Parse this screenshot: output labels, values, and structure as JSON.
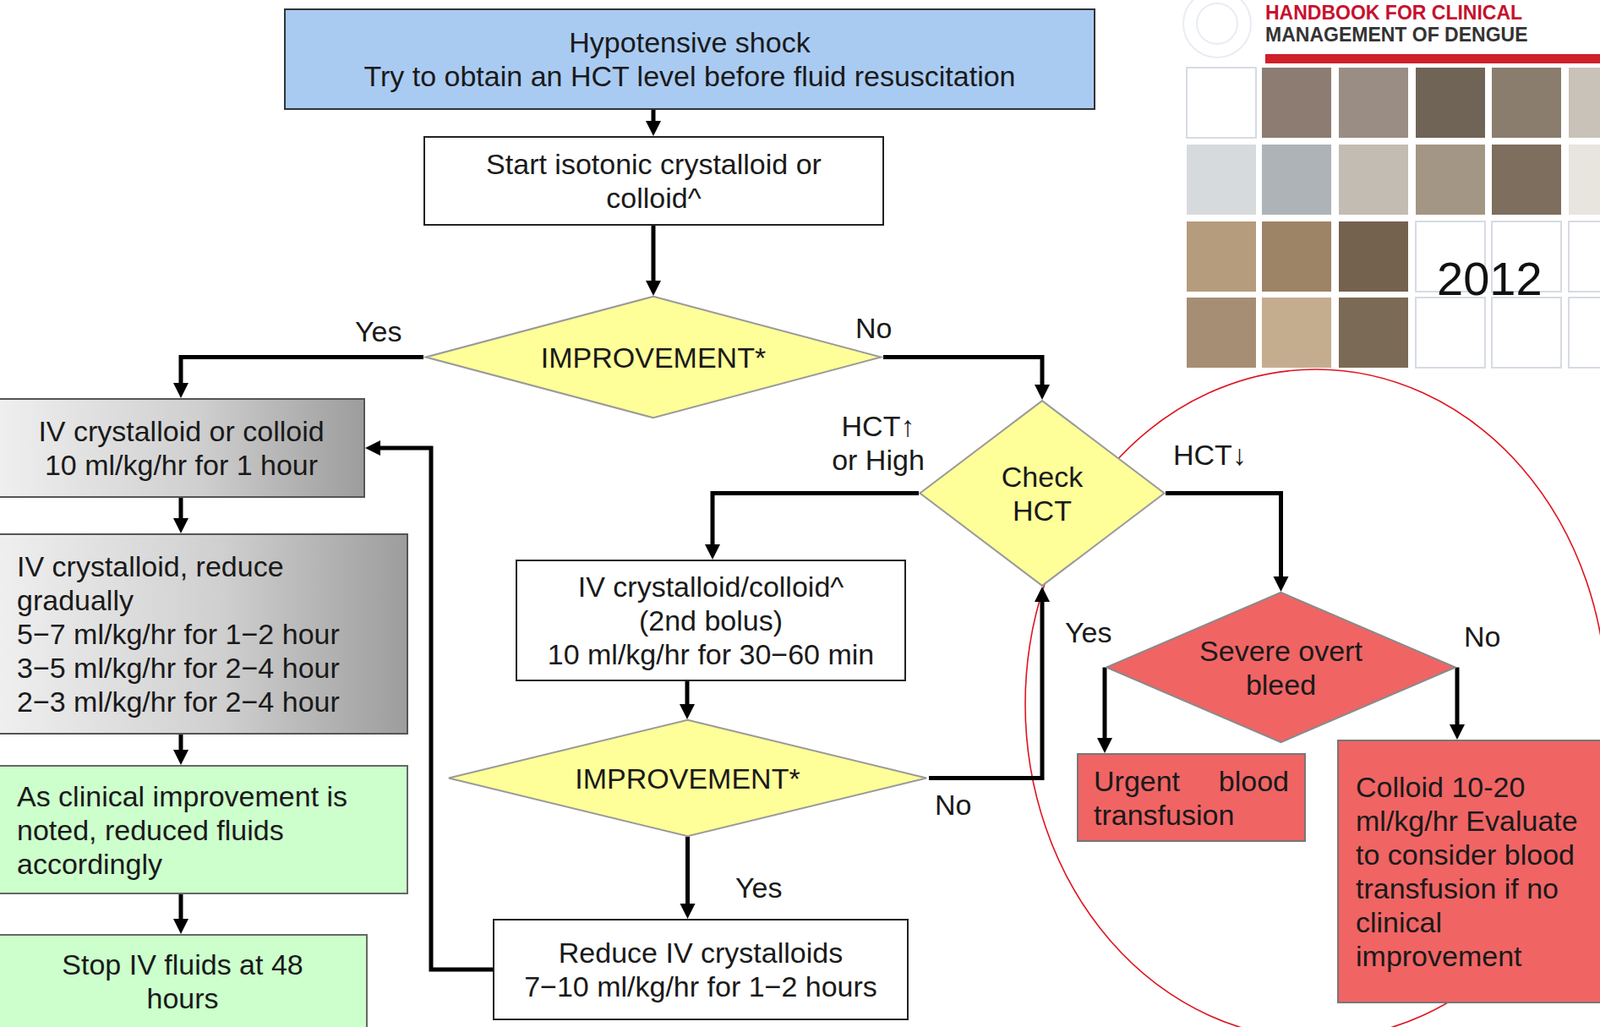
{
  "diagram": {
    "nodes": [
      {
        "text": [
          "Hypotensive shock",
          "Try to obtain an HCT level before fluid resuscitation"
        ]
      },
      {
        "text": [
          "Start isotonic crystalloid or colloid^"
        ]
      },
      {
        "text": [
          "IMPROVEMENT*"
        ]
      },
      {
        "text": [
          "IV crystalloid or colloid",
          "10 ml/kg/hr for 1 hour"
        ]
      },
      {
        "text": [
          "Check HCT"
        ]
      },
      {
        "text": [
          "IV crystalloid, reduce gradually",
          "5−7 ml/kg/hr for 1−2 hour",
          "3−5 ml/kg/hr for 2−4 hour",
          "2−3 ml/kg/hr for 2−4 hour"
        ]
      },
      {
        "text": [
          "IV crystalloid/colloid^",
          "(2nd bolus)",
          "10 ml/kg/hr for 30−60 min"
        ]
      },
      {
        "text": [
          "Severe overt bleed"
        ]
      },
      {
        "text": [
          "IMPROVEMENT*"
        ]
      },
      {
        "text": [
          "As clinical improvement is noted, reduced fluids accordingly"
        ]
      },
      {
        "text": [
          "Urgent blood transfusion"
        ]
      },
      {
        "text": [
          "Colloid 10-20 ml/kg/hr Evaluate to consider blood transfusion if no clinical improvement"
        ]
      },
      {
        "text": [
          "Stop IV fluids at 48 hours"
        ]
      },
      {
        "text": [
          "Reduce IV crystalloids",
          "7−10 ml/kg/hr for 1−2 hours"
        ]
      }
    ],
    "edges": [
      {
        "from": 0,
        "to": 1,
        "arrow": "to"
      },
      {
        "from": 1,
        "to": 2,
        "arrow": "to"
      },
      {
        "from": 2,
        "to": 3,
        "label": "Yes",
        "arrow": "to"
      },
      {
        "from": 2,
        "to": 4,
        "label": "No",
        "arrow": "to"
      },
      {
        "from": 4,
        "to": 6,
        "label": "HCT↑ or High",
        "arrow": "to"
      },
      {
        "from": 4,
        "to": 7,
        "label": "HCT↓",
        "arrow": "to"
      },
      {
        "from": 3,
        "to": 5,
        "arrow": "to"
      },
      {
        "from": 5,
        "to": 9,
        "arrow": "to"
      },
      {
        "from": 9,
        "to": 12,
        "arrow": "to"
      },
      {
        "from": 6,
        "to": 8,
        "arrow": "to"
      },
      {
        "from": 8,
        "to": 13,
        "label": "Yes",
        "arrow": "to"
      },
      {
        "from": 8,
        "to": 4,
        "label": "No",
        "arrow": "to"
      },
      {
        "from": 13,
        "to": 3,
        "arrow": "to"
      },
      {
        "from": 7,
        "to": 10,
        "label": "Yes",
        "arrow": "to"
      },
      {
        "from": 7,
        "to": 11,
        "label": "No",
        "arrow": "to"
      }
    ],
    "labels": [
      "HANDBOOK FOR CLINICAL",
      "MANAGEMENT OF DENGUE",
      "2012"
    ]
  }
}
